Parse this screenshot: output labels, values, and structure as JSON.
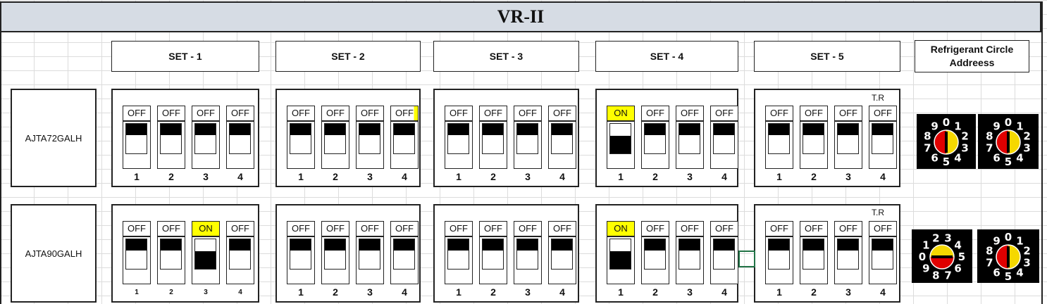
{
  "title": "VR-II",
  "sets": [
    {
      "label": "SET - 1"
    },
    {
      "label": "SET - 2"
    },
    {
      "label": "SET - 3"
    },
    {
      "label": "SET - 4"
    },
    {
      "label": "SET - 5"
    }
  ],
  "refrigerant": {
    "label": "Refrigerant Circle Addreess"
  },
  "models": [
    {
      "name": "AJTA72GALH",
      "sets": [
        [
          {
            "label": "OFF",
            "num": "1",
            "state": "off"
          },
          {
            "label": "OFF",
            "num": "2",
            "state": "off"
          },
          {
            "label": "OFF",
            "num": "3",
            "state": "off"
          },
          {
            "label": "OFF",
            "num": "4",
            "state": "off"
          }
        ],
        [
          {
            "label": "OFF",
            "num": "1",
            "state": "off"
          },
          {
            "label": "OFF",
            "num": "2",
            "state": "off"
          },
          {
            "label": "OFF",
            "num": "3",
            "state": "off"
          },
          {
            "label": "OFF",
            "num": "4",
            "state": "off",
            "highlight": "partial"
          }
        ],
        [
          {
            "label": "OFF",
            "num": "1",
            "state": "off"
          },
          {
            "label": "OFF",
            "num": "2",
            "state": "off"
          },
          {
            "label": "OFF",
            "num": "3",
            "state": "off"
          },
          {
            "label": "OFF",
            "num": "4",
            "state": "off"
          }
        ],
        [
          {
            "label": "ON",
            "num": "1",
            "state": "on"
          },
          {
            "label": "OFF",
            "num": "2",
            "state": "off"
          },
          {
            "label": "OFF",
            "num": "3",
            "state": "off"
          },
          {
            "label": "OFF",
            "num": "4",
            "state": "off"
          }
        ],
        [
          {
            "label": "OFF",
            "num": "1",
            "state": "off"
          },
          {
            "label": "OFF",
            "num": "2",
            "state": "off"
          },
          {
            "label": "OFF",
            "num": "3",
            "state": "off"
          },
          {
            "label": "OFF",
            "num": "4",
            "state": "off"
          }
        ]
      ],
      "tr_label": "T.R",
      "dial_digits": [
        "0",
        "1",
        "2",
        "3",
        "4",
        "5",
        "6",
        "7",
        "8",
        "9"
      ],
      "dial_digits_2": [
        "0",
        "1",
        "2",
        "3",
        "4",
        "5",
        "6",
        "7",
        "8",
        "9"
      ]
    },
    {
      "name": "AJTA90GALH",
      "sets": [
        [
          {
            "label": "OFF",
            "num": "1",
            "state": "off",
            "small": true
          },
          {
            "label": "OFF",
            "num": "2",
            "state": "off",
            "small": true
          },
          {
            "label": "ON",
            "num": "3",
            "state": "on",
            "small": true
          },
          {
            "label": "OFF",
            "num": "4",
            "state": "off",
            "small": true
          }
        ],
        [
          {
            "label": "OFF",
            "num": "1",
            "state": "off"
          },
          {
            "label": "OFF",
            "num": "2",
            "state": "off"
          },
          {
            "label": "OFF",
            "num": "3",
            "state": "off"
          },
          {
            "label": "OFF",
            "num": "4",
            "state": "off"
          }
        ],
        [
          {
            "label": "OFF",
            "num": "1",
            "state": "off"
          },
          {
            "label": "OFF",
            "num": "2",
            "state": "off"
          },
          {
            "label": "OFF",
            "num": "3",
            "state": "off"
          },
          {
            "label": "OFF",
            "num": "4",
            "state": "off"
          }
        ],
        [
          {
            "label": "ON",
            "num": "1",
            "state": "on"
          },
          {
            "label": "OFF",
            "num": "2",
            "state": "off"
          },
          {
            "label": "OFF",
            "num": "3",
            "state": "off"
          },
          {
            "label": "OFF",
            "num": "4",
            "state": "off"
          }
        ],
        [
          {
            "label": "OFF",
            "num": "1",
            "state": "off"
          },
          {
            "label": "OFF",
            "num": "2",
            "state": "off"
          },
          {
            "label": "OFF",
            "num": "3",
            "state": "off"
          },
          {
            "label": "OFF",
            "num": "4",
            "state": "off"
          }
        ]
      ],
      "tr_label": "T.R",
      "dial_digits": [
        "0",
        "1",
        "2",
        "3",
        "4",
        "5",
        "6",
        "7",
        "8",
        "9"
      ],
      "dial_digits_2": [
        "0",
        "1",
        "2",
        "3",
        "4",
        "5",
        "6",
        "7",
        "8",
        "9"
      ]
    }
  ],
  "colors": {
    "on_highlight": "#ffff00",
    "title_bg": "#d6dce4",
    "dial_red": "#e00000",
    "dial_yellow": "#f5d800"
  }
}
